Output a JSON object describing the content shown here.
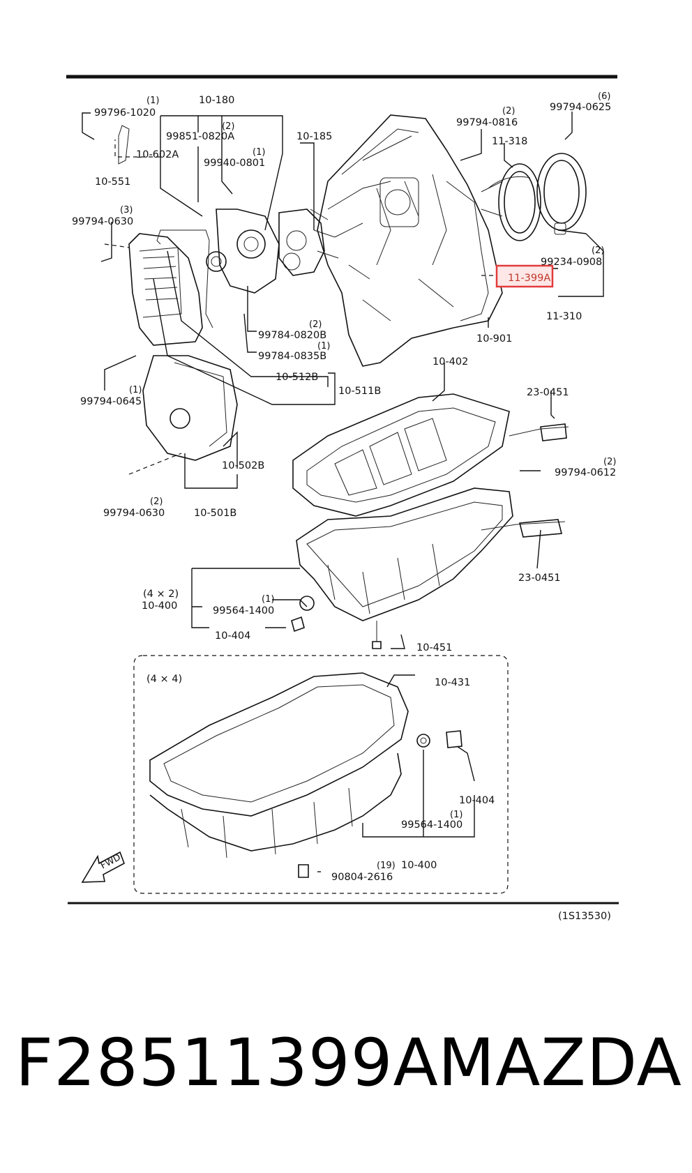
{
  "diagram": {
    "labels": {
      "b99796_1020": "99796-1020",
      "q99796_1020": "(1)",
      "b10_180": "10-180",
      "b99851_0820A": "99851-0820A",
      "q99851_0820A": "(2)",
      "b10_602A": "10-602A",
      "b99940_0801": "99940-0801",
      "q99940_0801": "(1)",
      "b10_551": "10-551",
      "b10_185": "10-185",
      "b99794_0816": "99794-0816",
      "q99794_0816": "(2)",
      "b99794_0625": "99794-0625",
      "q99794_0625": "(6)",
      "b11_318": "11-318",
      "b99794_0630a": "99794-0630",
      "q99794_0630a": "(3)",
      "b99234_0908": "99234-0908",
      "q99234_0908": "(2)",
      "b11_399A": "11-399A",
      "b11_310": "11-310",
      "b99784_0820B": "99784-0820B",
      "q99784_0820B": "(2)",
      "b99784_0835B": "99784-0835B",
      "q99784_0835B": "(1)",
      "b10_901": "10-901",
      "b10_402": "10-402",
      "b10_512B": "10-512B",
      "b10_511B": "10-511B",
      "b99794_0645": "99794-0645",
      "q99794_0645": "(1)",
      "b23_0451a": "23-0451",
      "b99794_0612": "99794-0612",
      "q99794_0612": "(2)",
      "b10_502B": "10-502B",
      "b99794_0630b": "99794-0630",
      "q99794_0630b": "(2)",
      "b10_501B": "10-501B",
      "b23_0451b": "23-0451",
      "v4x2": "(4 × 2)",
      "b10_400a": "10-400",
      "b99564_1400a": "99564-1400",
      "q99564_1400a": "(1)",
      "b10_404a": "10-404",
      "b10_451": "10-451",
      "v4x4": "(4 × 4)",
      "b10_431": "10-431",
      "b10_404b": "10-404",
      "b99564_1400b": "99564-1400",
      "q99564_1400b": "(1)",
      "b10_400b": "10-400",
      "b90804_2616": "90804-2616",
      "q90804_2616": "(19)",
      "fwd": "FWD",
      "code": "(1S13530)"
    },
    "highlight_color": "#e23b3b"
  },
  "footer": {
    "part_number": "F28511399A",
    "make": "MAZDA"
  }
}
